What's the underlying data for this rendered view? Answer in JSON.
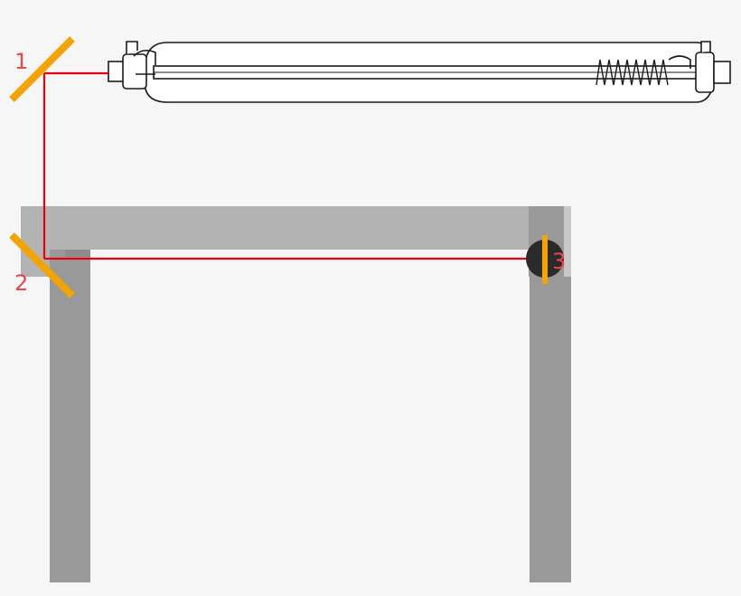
{
  "labels": {
    "mirror_1": "1",
    "mirror_2": "2",
    "mirror_3": "3"
  },
  "colors": {
    "background": "#f6f6f6",
    "laser_beam": "#e8000c",
    "mirror": "#f5a300",
    "label": "#e8474e",
    "gantry_rail": "#b3b3b3",
    "gantry_leg": "#999999",
    "laser_head": "#2a2a2a",
    "tube_outline": "#1a1a1a"
  }
}
